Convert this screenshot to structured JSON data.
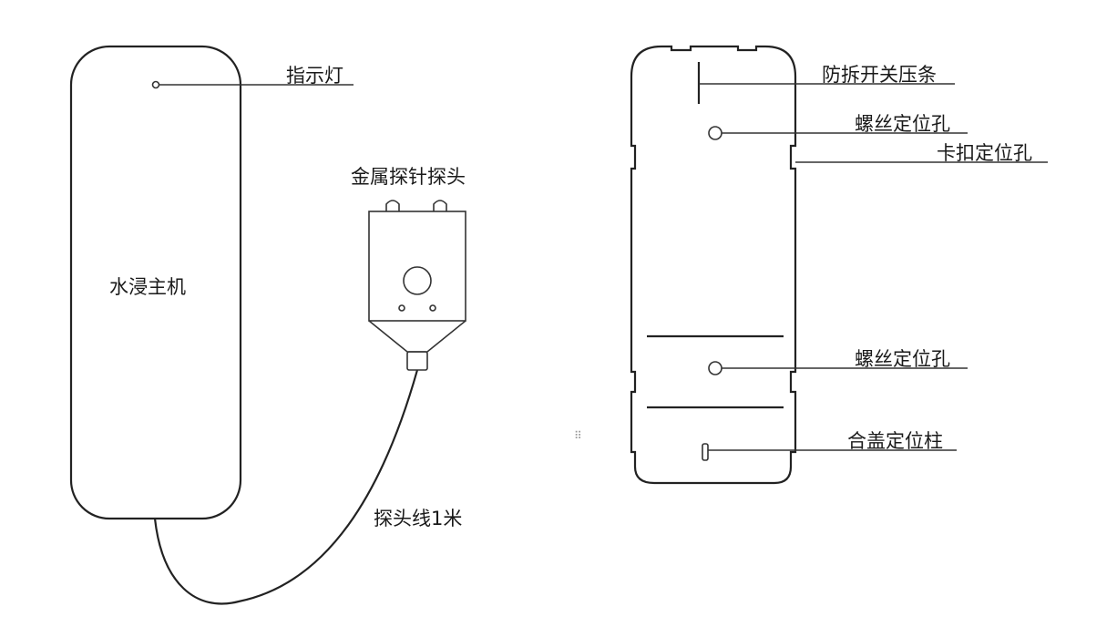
{
  "labels": {
    "indicator_light": "指示灯",
    "main_unit": "水浸主机",
    "metal_probe_head": "金属探针探头",
    "probe_cable": "探头线1米",
    "tamper_switch_strip": "防拆开关压条",
    "screw_hole_top": "螺丝定位孔",
    "clip_hole": "卡扣定位孔",
    "screw_hole_bottom": "螺丝定位孔",
    "cover_pin": "合盖定位柱"
  },
  "colors": {
    "stroke": "#222222",
    "text": "#1a1a1a",
    "background": "#ffffff"
  },
  "icons": {
    "drag_handle": "grip-dots-icon"
  }
}
